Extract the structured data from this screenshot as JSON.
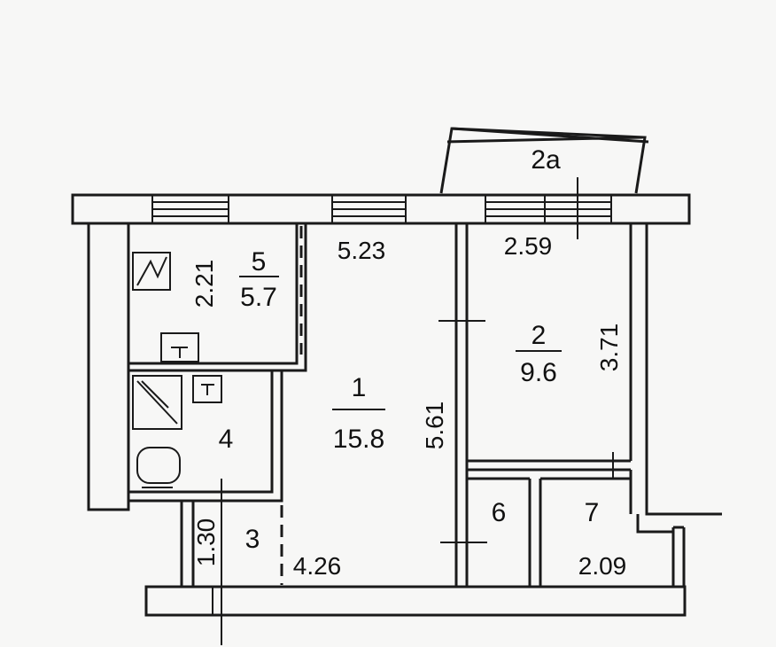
{
  "rooms": [
    {
      "id": "1",
      "area": "15.8"
    },
    {
      "id": "2",
      "area": "9.6"
    },
    {
      "id": "2a"
    },
    {
      "id": "3"
    },
    {
      "id": "4"
    },
    {
      "id": "5",
      "area": "5.7"
    },
    {
      "id": "6"
    },
    {
      "id": "7"
    }
  ],
  "dimensions": {
    "kitchen_height": "2.21",
    "room1_width": "5.23",
    "room1_depth": "5.61",
    "room2_width": "2.59",
    "room2_depth": "3.71",
    "hall_width": "4.26",
    "closet7_width": "2.09",
    "room3_width": "1.30"
  },
  "colors": {
    "wall": "#1a1a1a",
    "background": "#f7f7f6"
  }
}
